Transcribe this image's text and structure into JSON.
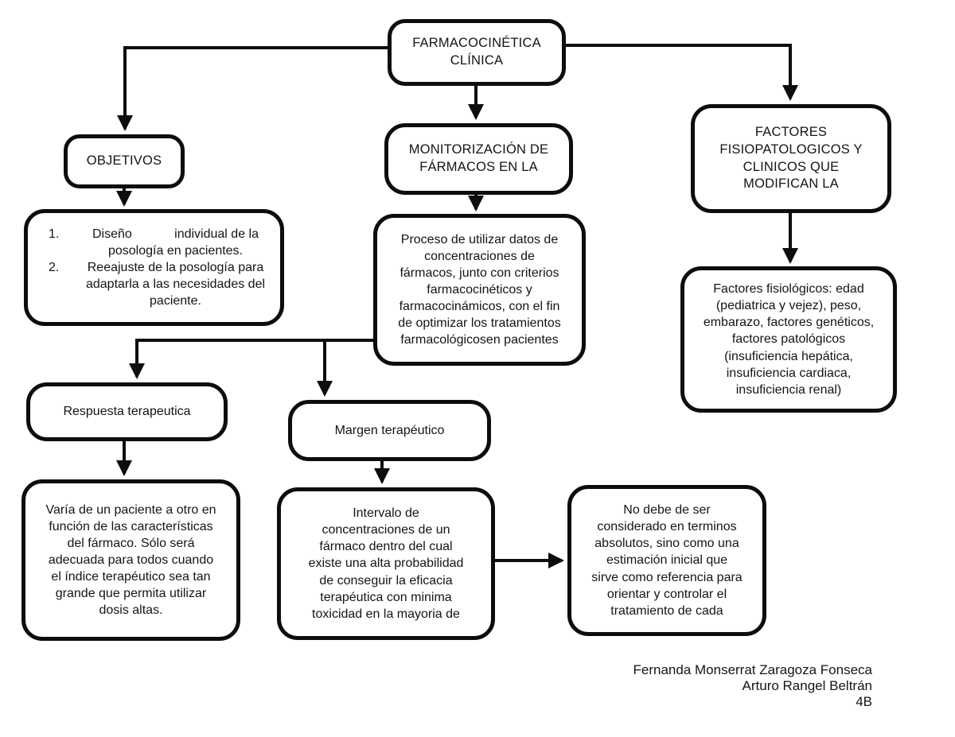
{
  "diagram": {
    "title": "FARMACOCINÉTICA\nCLÍNICA",
    "objetivos": {
      "heading": "OBJETIVOS",
      "items": [
        {
          "num": "1.",
          "text": "Diseño            individual de la\nposología en pacientes."
        },
        {
          "num": "2.",
          "text": "Reeajuste de la posología para\nadaptarla a las necesidades del\npaciente."
        }
      ]
    },
    "monitorizacion": {
      "heading": "MONITORIZACIÓN DE\nFÁRMACOS EN LA",
      "detail": "Proceso de utilizar datos de\nconcentraciones de\nfármacos, junto con criterios\nfarmacocinéticos y\nfarmacocinámicos, con el fin\nde optimizar los tratamientos\nfarmacológicosen pacientes"
    },
    "factores": {
      "heading": "FACTORES\nFISIOPATOLOGICOS Y\nCLINICOS QUE\nMODIFICAN LA",
      "detail": "Factores fisiológicos: edad\n(pediatrica y vejez), peso,\nembarazo, factores genéticos,\nfactores patológicos\n(insuficiencia hepática,\ninsuficiencia cardiaca,\ninsuficiencia renal)"
    },
    "respuesta": {
      "heading": "Respuesta terapeutica",
      "detail": "Varía de un paciente a otro en\nfunción de las características\ndel fármaco. Sólo será\nadecuada para todos cuando\nel índice terapéutico sea tan\ngrande que permita utilizar\ndosis altas."
    },
    "margen": {
      "heading": "Margen terapéutico",
      "detail": "Intervalo de\nconcentraciones de un\nfármaco dentro del cual\nexiste una alta probabilidad\nde conseguir la eficacia\nterapéutica con minima\ntoxicidad en la mayoria de",
      "note": "No debe de ser\nconsiderado en terminos\nabsolutos, sino como una\nestimación inicial que\nsirve como referencia para\norientar y controlar el\ntratamiento de cada"
    }
  },
  "footer": {
    "author1": "Fernanda Monserrat Zaragoza Fonseca",
    "author2": "Arturo Rangel Beltrán",
    "group": "4B"
  },
  "colors": {
    "ink": "#0d0d0d",
    "background": "#ffffff"
  }
}
